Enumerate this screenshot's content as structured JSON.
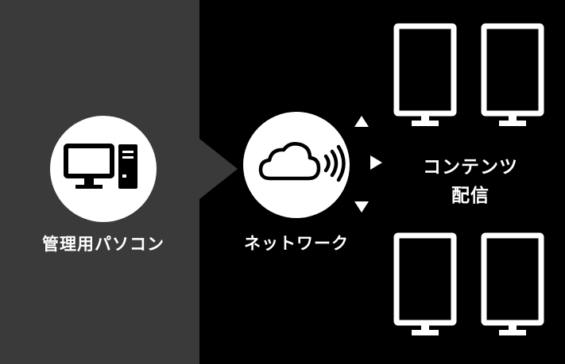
{
  "nodes": {
    "pc": {
      "label": "管理用パソコン",
      "icon": "desktop-computer-icon"
    },
    "network": {
      "label": "ネットワーク",
      "icon": "cloud-wireless-icon"
    },
    "content": {
      "label_line1": "コンテンツ",
      "label_line2": "配信",
      "icon": "portrait-display-icon",
      "display_count": 4
    }
  },
  "colors": {
    "background": "#000000",
    "left_panel": "#3a3a3a",
    "foreground": "#ffffff"
  }
}
